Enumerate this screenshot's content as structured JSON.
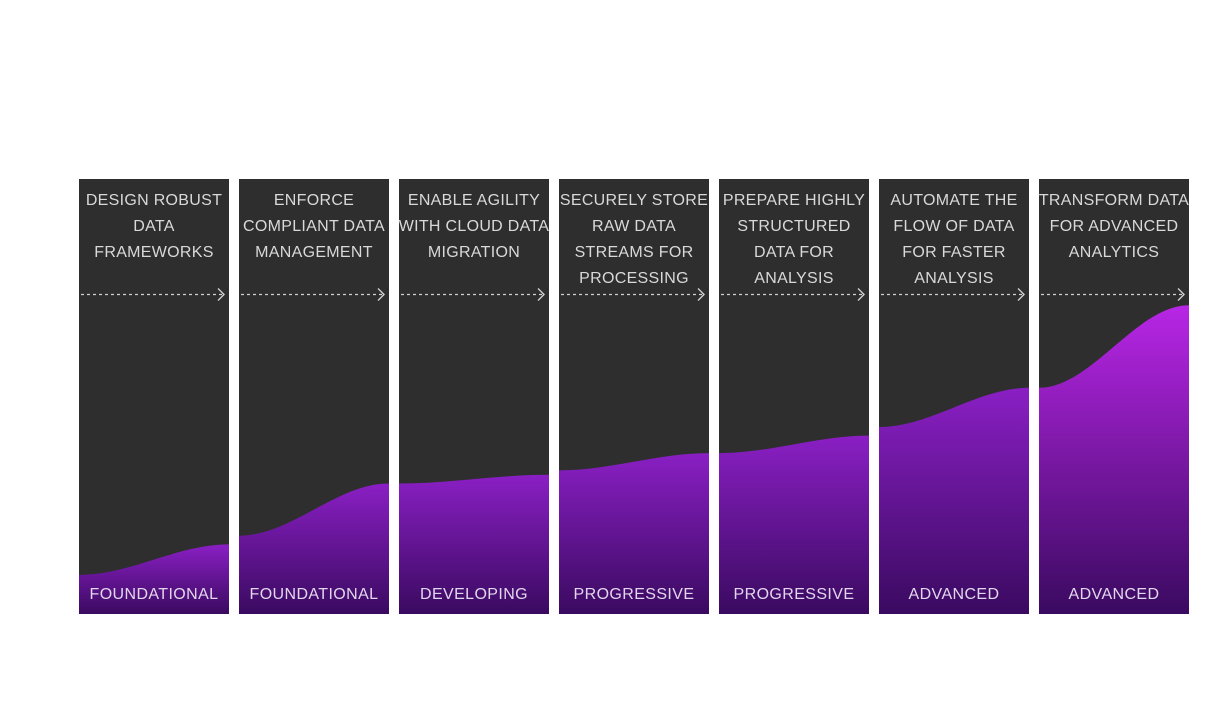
{
  "colors": {
    "panel": "#2e2e2e",
    "fill_top": "#8a1fc4",
    "fill_bottom": "#3a0a60",
    "fill_top_bright": "#b826e6",
    "arrow": "#cfcfcf",
    "text": "#d9d9d9",
    "level_text": "#e2d6ee"
  },
  "stages": [
    {
      "title_lines": [
        "DESIGN ROBUST",
        "DATA",
        "FRAMEWORKS"
      ],
      "level": "FOUNDATIONAL",
      "fill_left": 0.09,
      "fill_right": 0.16
    },
    {
      "title_lines": [
        "ENFORCE",
        "COMPLIANT DATA",
        "MANAGEMENT"
      ],
      "level": "FOUNDATIONAL",
      "fill_left": 0.18,
      "fill_right": 0.3
    },
    {
      "title_lines": [
        "ENABLE AGILITY",
        "WITH CLOUD DATA",
        "MIGRATION"
      ],
      "level": "DEVELOPING",
      "fill_left": 0.3,
      "fill_right": 0.32
    },
    {
      "title_lines": [
        "SECURELY STORE",
        "RAW DATA",
        "STREAMS FOR",
        "PROCESSING"
      ],
      "level": "PROGRESSIVE",
      "fill_left": 0.33,
      "fill_right": 0.37
    },
    {
      "title_lines": [
        "PREPARE HIGHLY",
        "STRUCTURED",
        "DATA FOR",
        "ANALYSIS"
      ],
      "level": "PROGRESSIVE",
      "fill_left": 0.37,
      "fill_right": 0.41
    },
    {
      "title_lines": [
        "AUTOMATE THE",
        "FLOW OF DATA",
        "FOR FASTER",
        "ANALYSIS"
      ],
      "level": "ADVANCED",
      "fill_left": 0.43,
      "fill_right": 0.52
    },
    {
      "title_lines": [
        "TRANSFORM DATA",
        "FOR ADVANCED",
        "ANALYTICS"
      ],
      "level": "ADVANCED",
      "fill_left": 0.52,
      "fill_right": 0.71
    }
  ]
}
